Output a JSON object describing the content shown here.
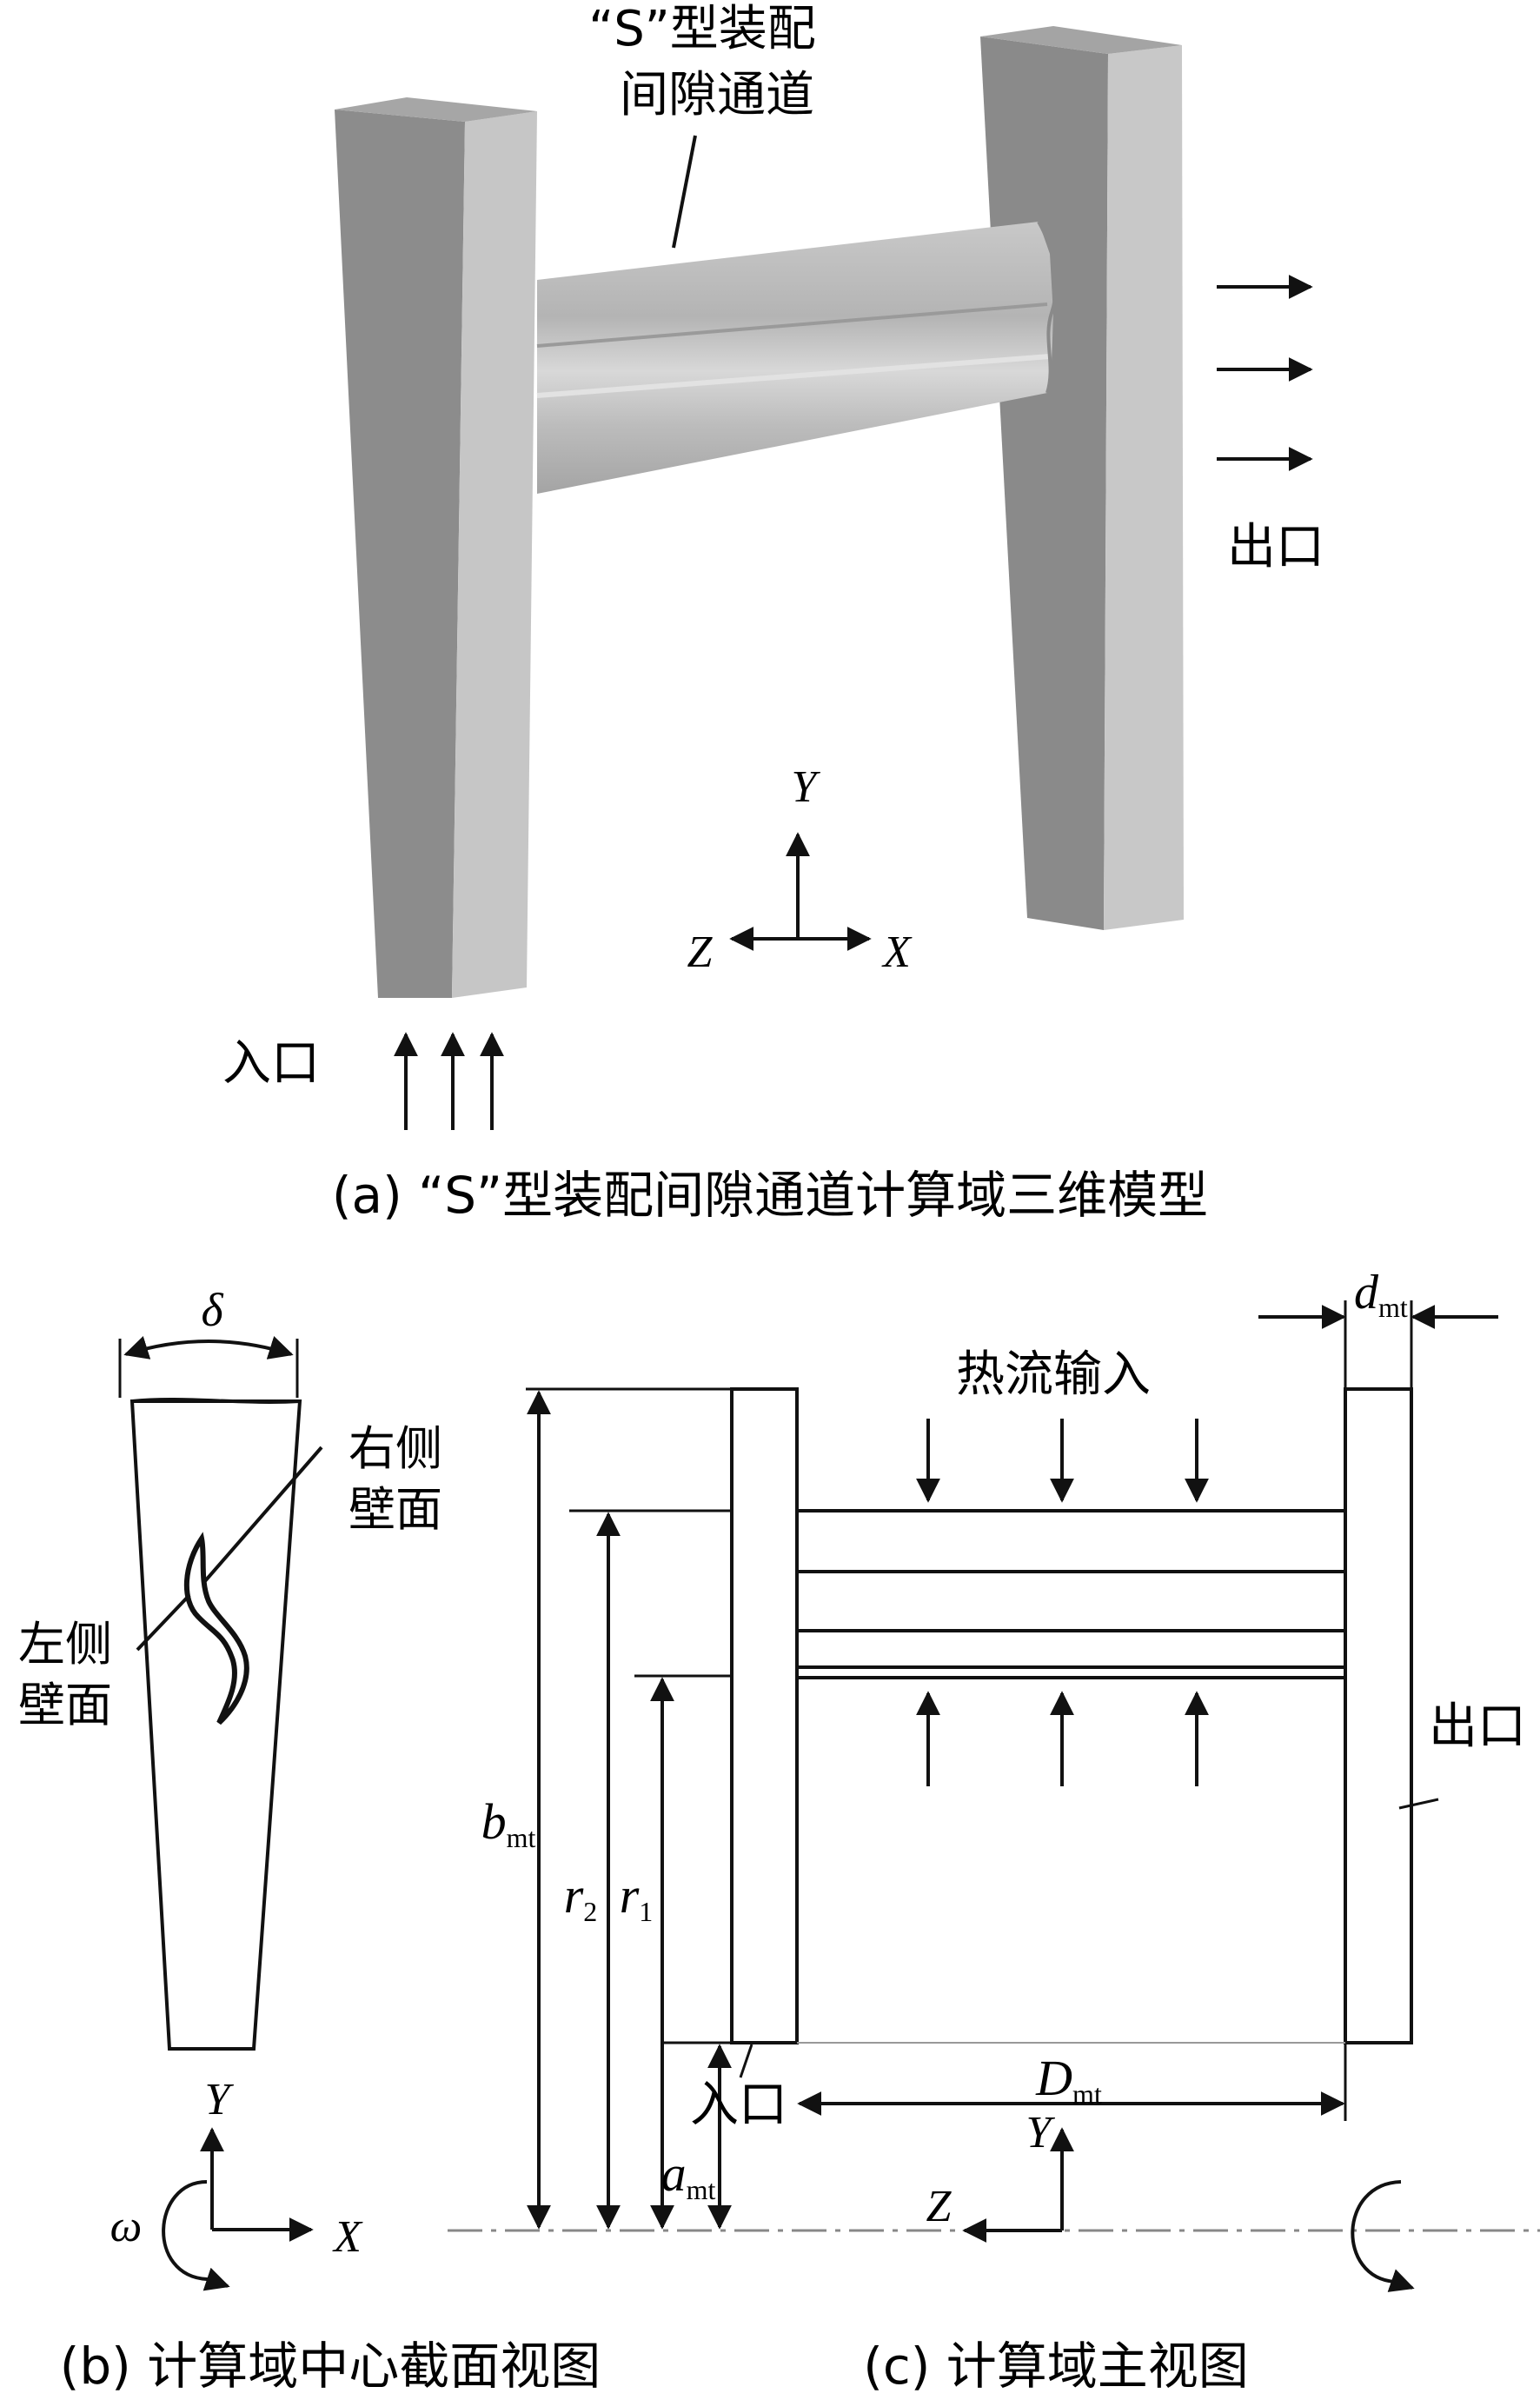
{
  "panel_a": {
    "callout_line1": "“S”型装配",
    "callout_line2": "间隙通道",
    "outlet_label": "出口",
    "inlet_label": "入口",
    "axes": {
      "y": "Y",
      "z": "Z",
      "x": "X"
    },
    "caption": "(a) “S”型装配间隙通道计算域三维模型"
  },
  "panel_b": {
    "delta_label": "δ",
    "right_wall_line1": "右侧",
    "right_wall_line2": "壁面",
    "left_wall_line1": "左侧",
    "left_wall_line2": "壁面",
    "axes": {
      "y": "Y",
      "x": "X",
      "omega": "ω"
    },
    "caption": "(b) 计算域中心截面视图"
  },
  "panel_c": {
    "d_main": "d",
    "d_sub": "mt",
    "heat_input": "热流输入",
    "outlet_label": "出口",
    "inlet_label": "入口",
    "b_main": "b",
    "b_sub": "mt",
    "r2_main": "r",
    "r2_sub": "2",
    "r1_main": "r",
    "r1_sub": "1",
    "a_main": "a",
    "a_sub": "mt",
    "D_main": "D",
    "D_sub": "mt",
    "axes": {
      "y": "Y",
      "z": "Z"
    },
    "caption": "(c) 计算域主视图"
  },
  "colors": {
    "body_dark": "#8a8a8a",
    "body_light": "#c9c9c9",
    "line": "#111111",
    "axis_dash": "#888888"
  }
}
